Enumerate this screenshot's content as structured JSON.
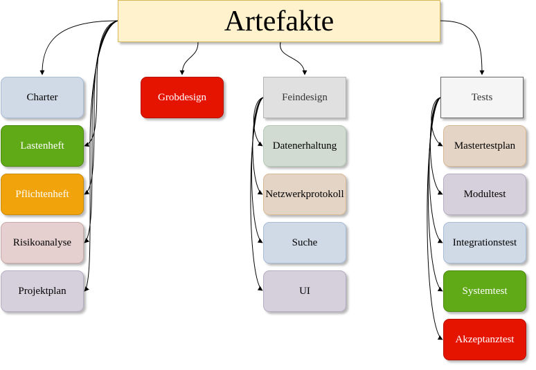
{
  "title": "Artefakte",
  "columns": {
    "left": [
      "Charter",
      "Lastenheft",
      "Pflichtenheft",
      "Risikoanalyse",
      "Projektplan"
    ],
    "grobdesign": "Grobdesign",
    "feindesign": {
      "label": "Feindesign",
      "children": [
        "Datenerhaltung",
        "Netzwerkprotokoll",
        "Suche",
        "UI"
      ]
    },
    "tests": {
      "label": "Tests",
      "children": [
        "Mastertestplan",
        "Modultest",
        "Integrationstest",
        "Systemtest",
        "Akzeptanztest"
      ]
    }
  },
  "colors": {
    "title_fill": "#fff2cc",
    "red": "#e51400",
    "green": "#60a917",
    "orange": "#f0a30a"
  }
}
